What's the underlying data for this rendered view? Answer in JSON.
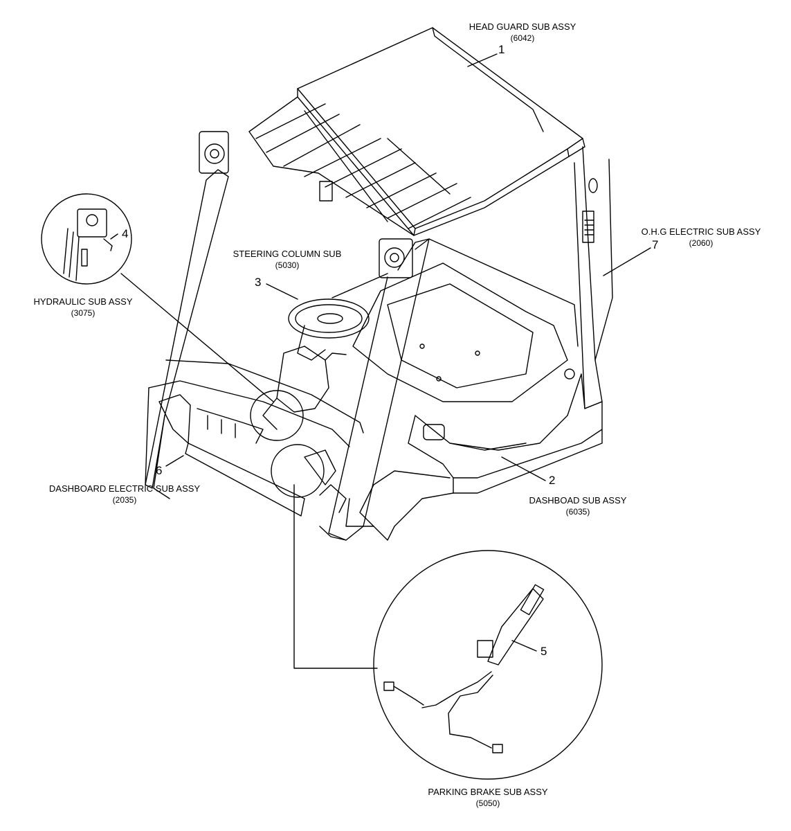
{
  "labels": {
    "head_guard": {
      "name": "HEAD GUARD SUB ASSY",
      "code": "(6042)",
      "index": "1"
    },
    "dashboard": {
      "name": "DASHBOAD SUB ASSY",
      "code": "(6035)",
      "index": "2"
    },
    "steering": {
      "name": "STEERING COLUMN SUB",
      "code": "(5030)",
      "index": "3"
    },
    "hydraulic": {
      "name": "HYDRAULIC SUB ASSY",
      "code": "(3075)",
      "index": "4"
    },
    "parking_brake": {
      "name": "PARKING BRAKE SUB ASSY",
      "code": "(5050)",
      "index": "5"
    },
    "dashboard_electric": {
      "name": "DASHBOARD ELECTRIC SUB ASSY",
      "code": "(2035)",
      "index": "6"
    },
    "ohg_electric": {
      "name": "O.H.G ELECTRIC SUB ASSY",
      "code": "(2060)",
      "index": "7"
    }
  },
  "colors": {
    "line": "#000000",
    "background": "#ffffff"
  }
}
